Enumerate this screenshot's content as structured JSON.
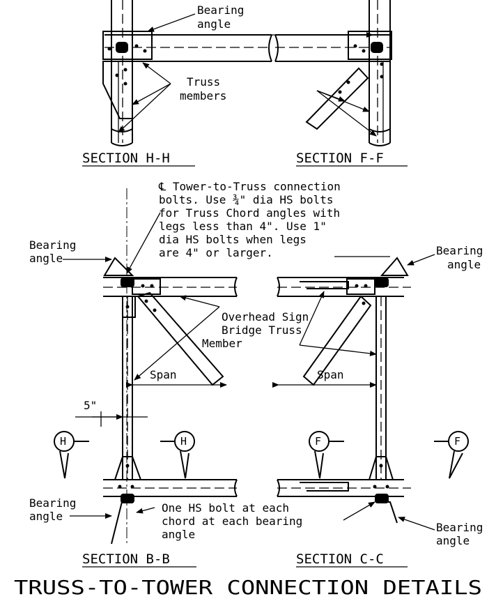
{
  "title": "TRUSS-TO-TOWER CONNECTION DETAILS",
  "sections": {
    "h_h": "SECTION H-H",
    "f_f": "SECTION F-F",
    "b_b": "SECTION B-B",
    "c_c": "SECTION C-C"
  },
  "labels": {
    "bearing_angle_line1": "Bearing",
    "bearing_angle_line2": "angle",
    "truss_members_line1": "Truss",
    "truss_members_line2": "members",
    "cl_note_line1": "℄ Tower-to-Truss connection",
    "cl_note_line2": "bolts.  Use ¾\" dia HS bolts",
    "cl_note_line3": "for Truss Chord angles with",
    "cl_note_line4": "legs less than 4\". Use 1\"",
    "cl_note_line5": "dia HS bolts when legs",
    "cl_note_line6": "are 4\" or larger.",
    "overhead_line1": "Overhead Sign",
    "overhead_line2": "Bridge Truss",
    "overhead_line3": "Member",
    "span": "Span",
    "dim_5in": "5\"",
    "cut_h": "H",
    "cut_f": "F",
    "hs_bolt_line1": "One HS bolt at each",
    "hs_bolt_line2": "chord at each bearing",
    "hs_bolt_line3": "angle"
  }
}
